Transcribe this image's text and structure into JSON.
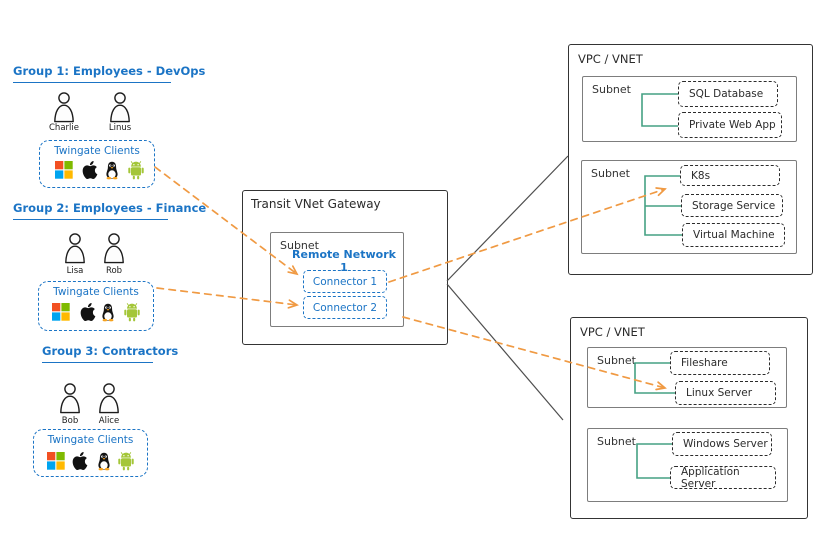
{
  "colors": {
    "blue": "#1b74c5",
    "orange": "#f09a43",
    "green": "#45a184",
    "ink": "#2b2b2b",
    "subnet_border": "#7d7d7d"
  },
  "groups": [
    {
      "title": "Group 1: Employees - DevOps",
      "people": [
        "Charlie",
        "Linus"
      ],
      "clients_label": "Twingate Clients"
    },
    {
      "title": "Group 2: Employees - Finance",
      "people": [
        "Lisa",
        "Rob"
      ],
      "clients_label": "Twingate Clients"
    },
    {
      "title": "Group 3: Contractors",
      "people": [
        "Bob",
        "Alice"
      ],
      "clients_label": "Twingate Clients"
    }
  ],
  "client_icons": [
    "windows-icon",
    "apple-icon",
    "linux-icon",
    "android-icon"
  ],
  "gateway": {
    "title": "Transit VNet Gateway",
    "subnet_label": "Subnet",
    "remote_network_label": "Remote Network 1",
    "connectors": [
      "Connector 1",
      "Connector 2"
    ]
  },
  "vpcs": [
    {
      "title": "VPC / VNET",
      "subnets": [
        {
          "label": "Subnet",
          "resources": [
            "SQL Database",
            "Private Web App"
          ]
        },
        {
          "label": "Subnet",
          "resources": [
            "K8s",
            "Storage Service",
            "Virtual Machine"
          ]
        }
      ]
    },
    {
      "title": "VPC / VNET",
      "subnets": [
        {
          "label": "Subnet",
          "resources": [
            "Fileshare",
            "Linux Server"
          ]
        },
        {
          "label": "Subnet",
          "resources": [
            "Windows Server",
            "Application Server"
          ]
        }
      ]
    }
  ]
}
